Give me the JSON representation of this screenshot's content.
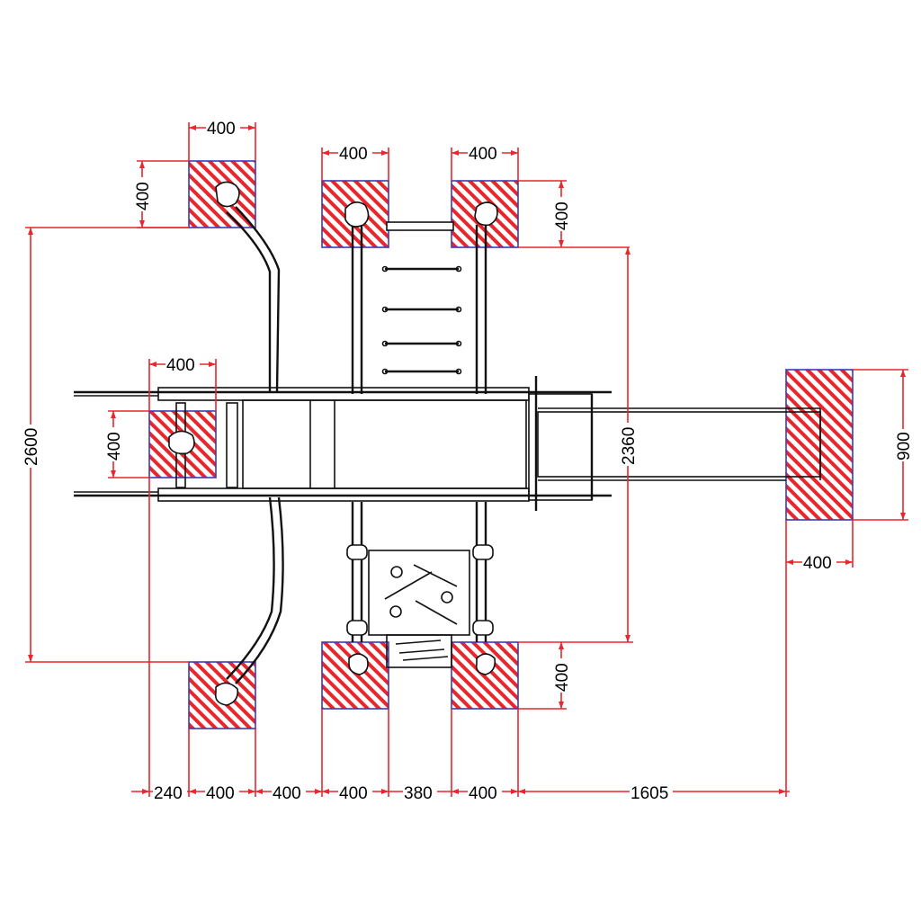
{
  "diagram": {
    "dimensions": {
      "top_left_footing_width": "400",
      "top_left_footing_height": "400",
      "top_center_left_footing_width": "400",
      "top_center_right_footing_width": "400",
      "top_right_footing_height": "400",
      "overall_height": "2600",
      "platform_depth": "2360",
      "middle_footing_width": "400",
      "middle_footing_height": "400",
      "slide_end_height": "900",
      "slide_end_width": "400",
      "bottom_right_footing_height": "400",
      "bottom_row": [
        "240",
        "400",
        "400",
        "400",
        "380",
        "400",
        "1605"
      ]
    },
    "colors": {
      "dimension": "#e8262c",
      "footing_outline": "#3a3ab8",
      "hatch": "#e8262c",
      "structure": "#111111"
    }
  }
}
